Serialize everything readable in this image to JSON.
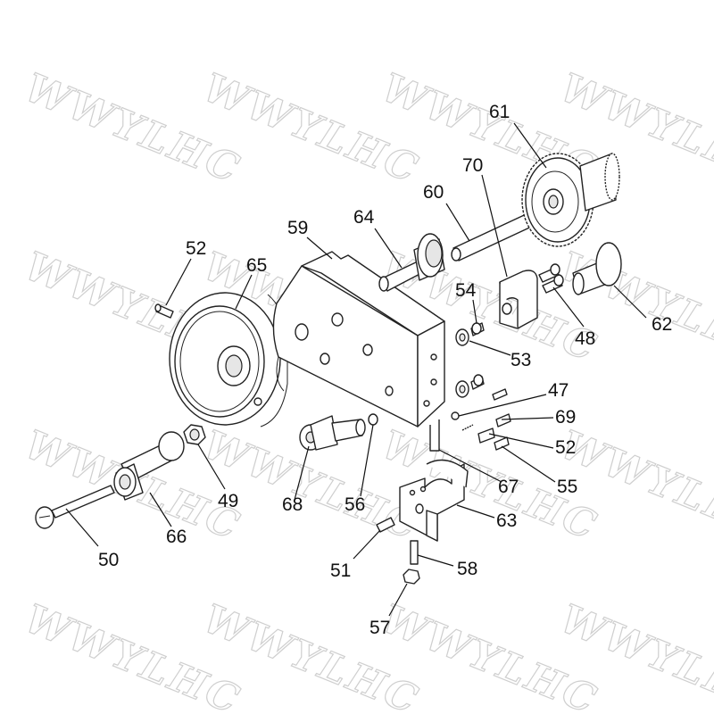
{
  "watermark": {
    "text": "WWYLHC",
    "color": "#cfcfcf"
  },
  "callouts": [
    "61",
    "70",
    "60",
    "64",
    "59",
    "52",
    "65",
    "54",
    "48",
    "62",
    "53",
    "47",
    "69",
    "52",
    "55",
    "67",
    "63",
    "49",
    "68",
    "56",
    "66",
    "50",
    "51",
    "58",
    "57"
  ],
  "icons": [
    "handwheel",
    "gear",
    "pinion-gear",
    "shaft",
    "housing",
    "bracket",
    "bolt",
    "nut",
    "pin",
    "handle",
    "clamp-block"
  ]
}
